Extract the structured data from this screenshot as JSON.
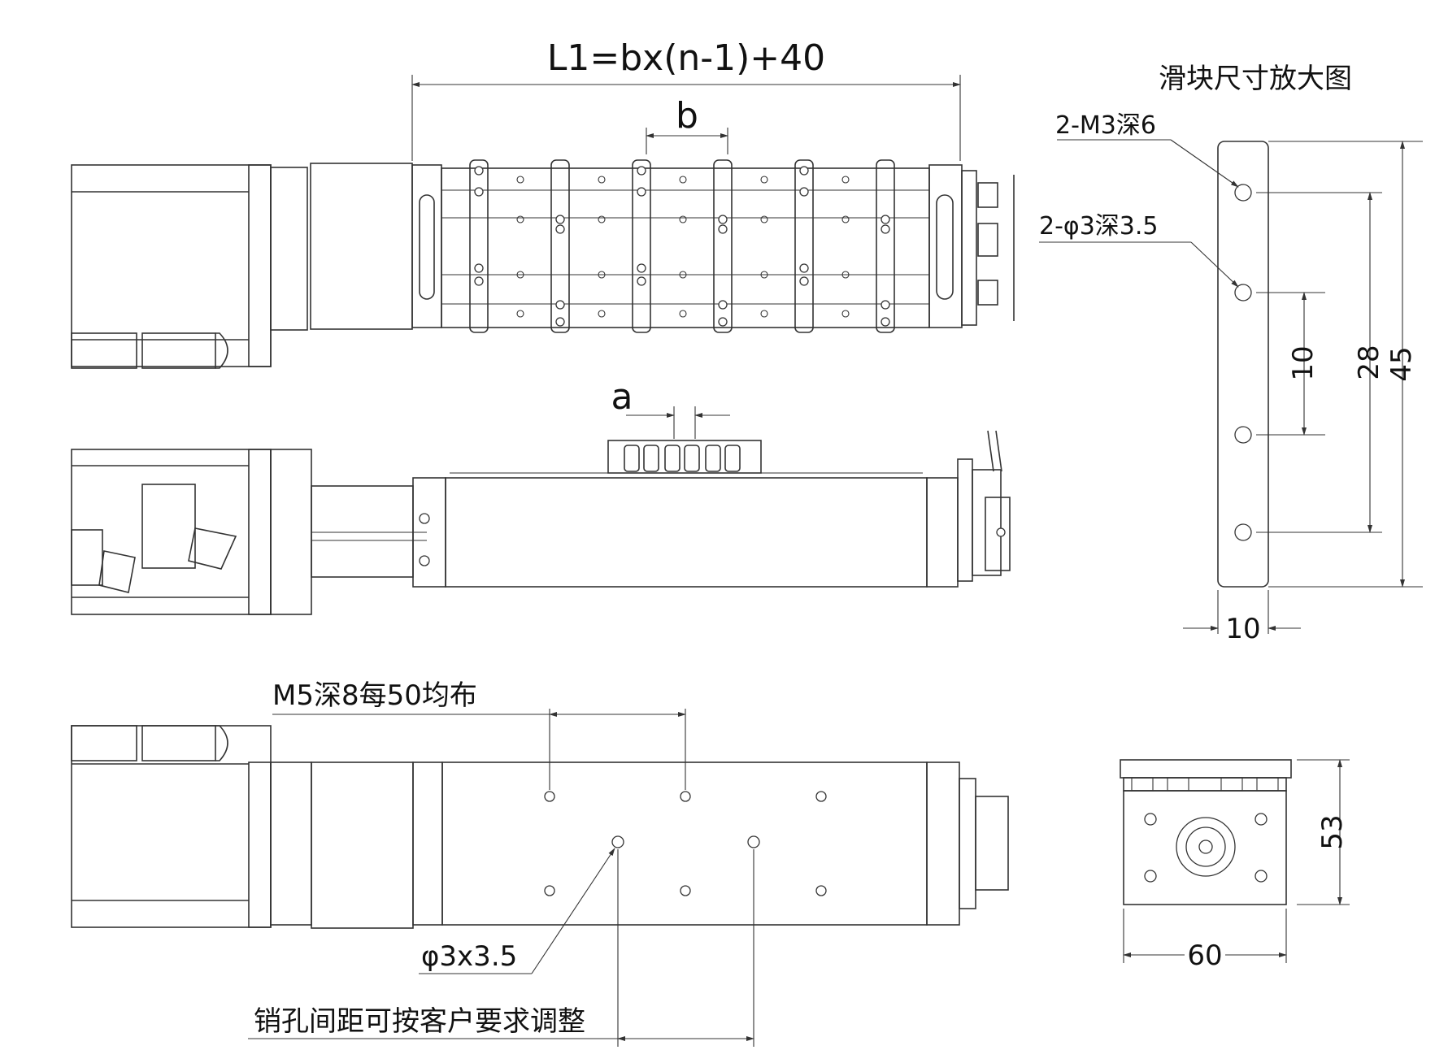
{
  "labels": {
    "length_formula": "L1=bx(n-1)+40",
    "b": "b",
    "a": "a",
    "slider_title": "滑块尺寸放大图",
    "m3_hole": "2-M3深6",
    "pin_hole": "2-φ3深3.5",
    "dim_10_vertical": "10",
    "dim_28": "28",
    "dim_45": "45",
    "dim_10_horizontal": "10",
    "m5_hole": "M5深8每50均布",
    "pin_hole_bottom": "φ3x3.5",
    "pin_spacing_note": "销孔间距可按客户要求调整",
    "dim_53": "53",
    "dim_60": "60"
  }
}
